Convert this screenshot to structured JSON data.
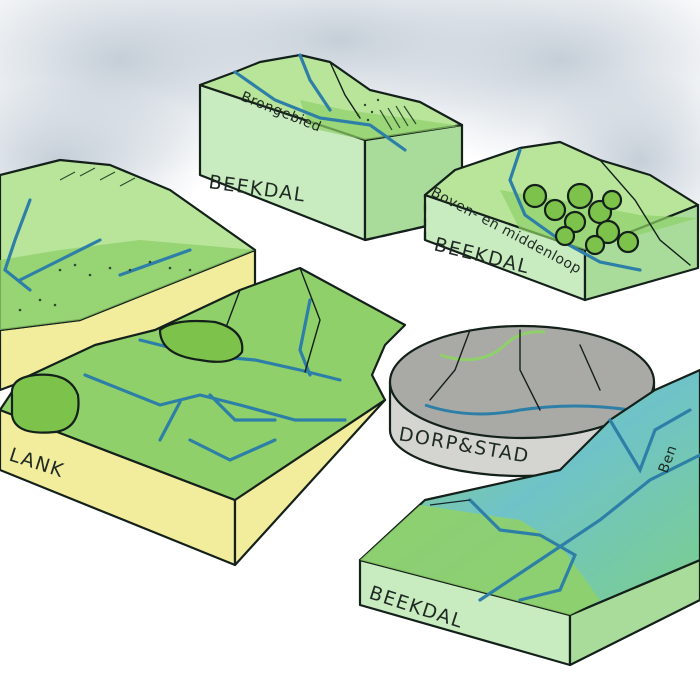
{
  "labels": {
    "brongebied": "Brongebied",
    "beekdal_top": "BEEKDAL",
    "boven_middenloop": "Boven- en middenloop",
    "beekdal_right": "BEEKDAL",
    "flank": "LANK",
    "dorp_stad": "DORP&STAD",
    "beekdal_bottom": "BEEKDAL",
    "benedenloop_partial": "Ben"
  },
  "colors": {
    "sky": "#c9d4dd",
    "grass_light": "#b8e59a",
    "grass": "#8fd06a",
    "grass_dark": "#5fae46",
    "soil_yellow": "#f2ec9d",
    "soil_side": "#c9ebc0",
    "water": "#2e7fa8",
    "stone_top": "#a9aaa6",
    "stone_side": "#d4d4d1",
    "tree": "#7cc24b"
  }
}
